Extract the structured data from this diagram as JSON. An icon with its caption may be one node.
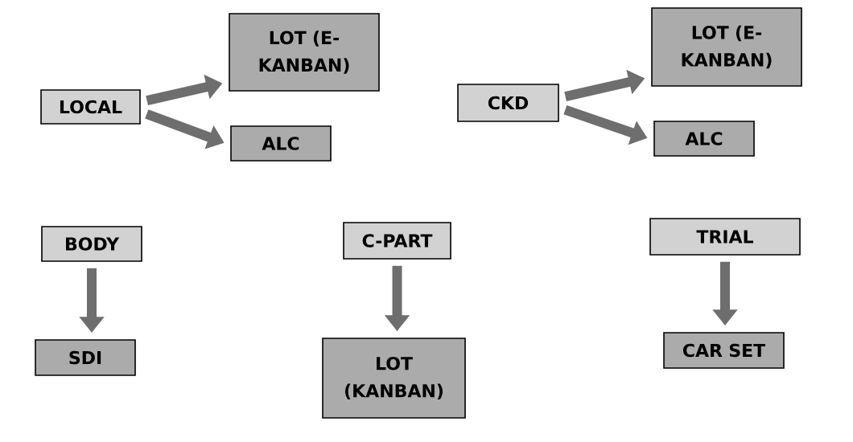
{
  "diagram": {
    "nodes": [
      {
        "text": [
          "LOCAL"
        ]
      },
      {
        "text": [
          "LOT (E-KANBAN)"
        ]
      },
      {
        "text": [
          "ALC"
        ]
      },
      {
        "text": [
          "CKD"
        ]
      },
      {
        "text": [
          "LOT (E-KANBAN)"
        ]
      },
      {
        "text": [
          "ALC"
        ]
      },
      {
        "text": [
          "BODY"
        ]
      },
      {
        "text": [
          "SDI"
        ]
      },
      {
        "text": [
          "C-PART"
        ]
      },
      {
        "text": [
          "LOT (KANBAN)"
        ]
      },
      {
        "text": [
          "TRIAL"
        ]
      },
      {
        "text": [
          "CAR SET"
        ]
      }
    ],
    "edges": [
      {
        "from": 0,
        "to": 1,
        "arrow": "to"
      },
      {
        "from": 0,
        "to": 2,
        "arrow": "to"
      },
      {
        "from": 3,
        "to": 4,
        "arrow": "to"
      },
      {
        "from": 3,
        "to": 5,
        "arrow": "to"
      },
      {
        "from": 6,
        "to": 7,
        "arrow": "to"
      },
      {
        "from": 8,
        "to": 9,
        "arrow": "to"
      },
      {
        "from": 10,
        "to": 11,
        "arrow": "to"
      }
    ]
  }
}
